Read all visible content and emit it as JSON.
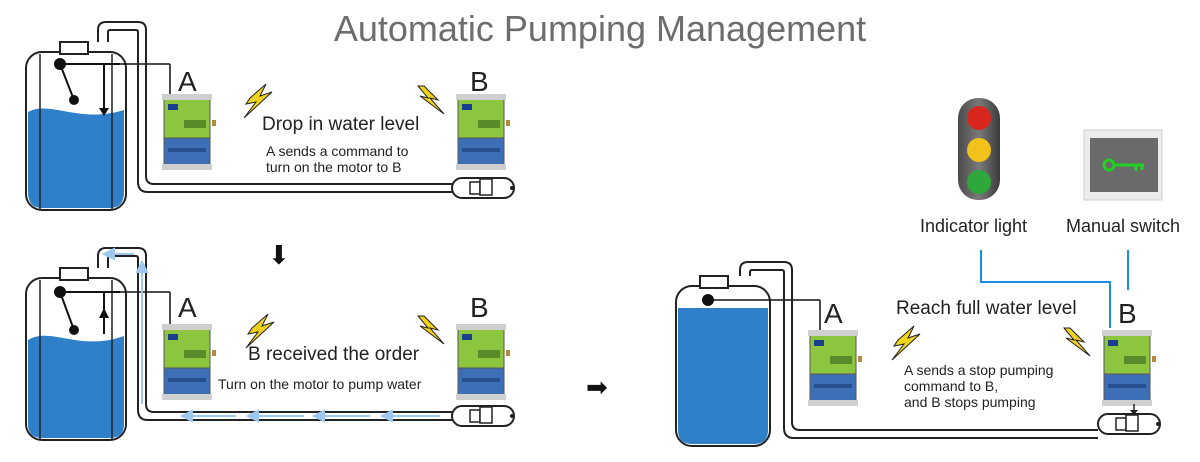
{
  "title": "Automatic Pumping Management",
  "module_labels": {
    "a": "A",
    "b": "B"
  },
  "panel1": {
    "heading": "Drop in water level",
    "line1": "A sends a command to",
    "line2": "turn on the motor to B"
  },
  "panel2": {
    "heading": "B received the order",
    "caption": "Turn on the motor to pump water"
  },
  "panel3": {
    "heading": "Reach full water level",
    "line1": "A sends a stop pumping",
    "line2": "command to B,",
    "line3": "and B stops pumping"
  },
  "indicator_label": "Indicator light",
  "switch_label": "Manual switch",
  "flow_arrows": {
    "down": "⬇",
    "right": "➡"
  },
  "colors": {
    "water": "#2f7fc9",
    "flow": "#9ec7ee",
    "wire": "#1a8fe0",
    "module_green": "#8cc63f",
    "module_blue": "#3d6fb6",
    "lightning": "#f2d21b",
    "light_red": "#d8261c",
    "light_yellow": "#f2c21b",
    "light_green": "#2ea83a",
    "key_green": "#22d022"
  }
}
